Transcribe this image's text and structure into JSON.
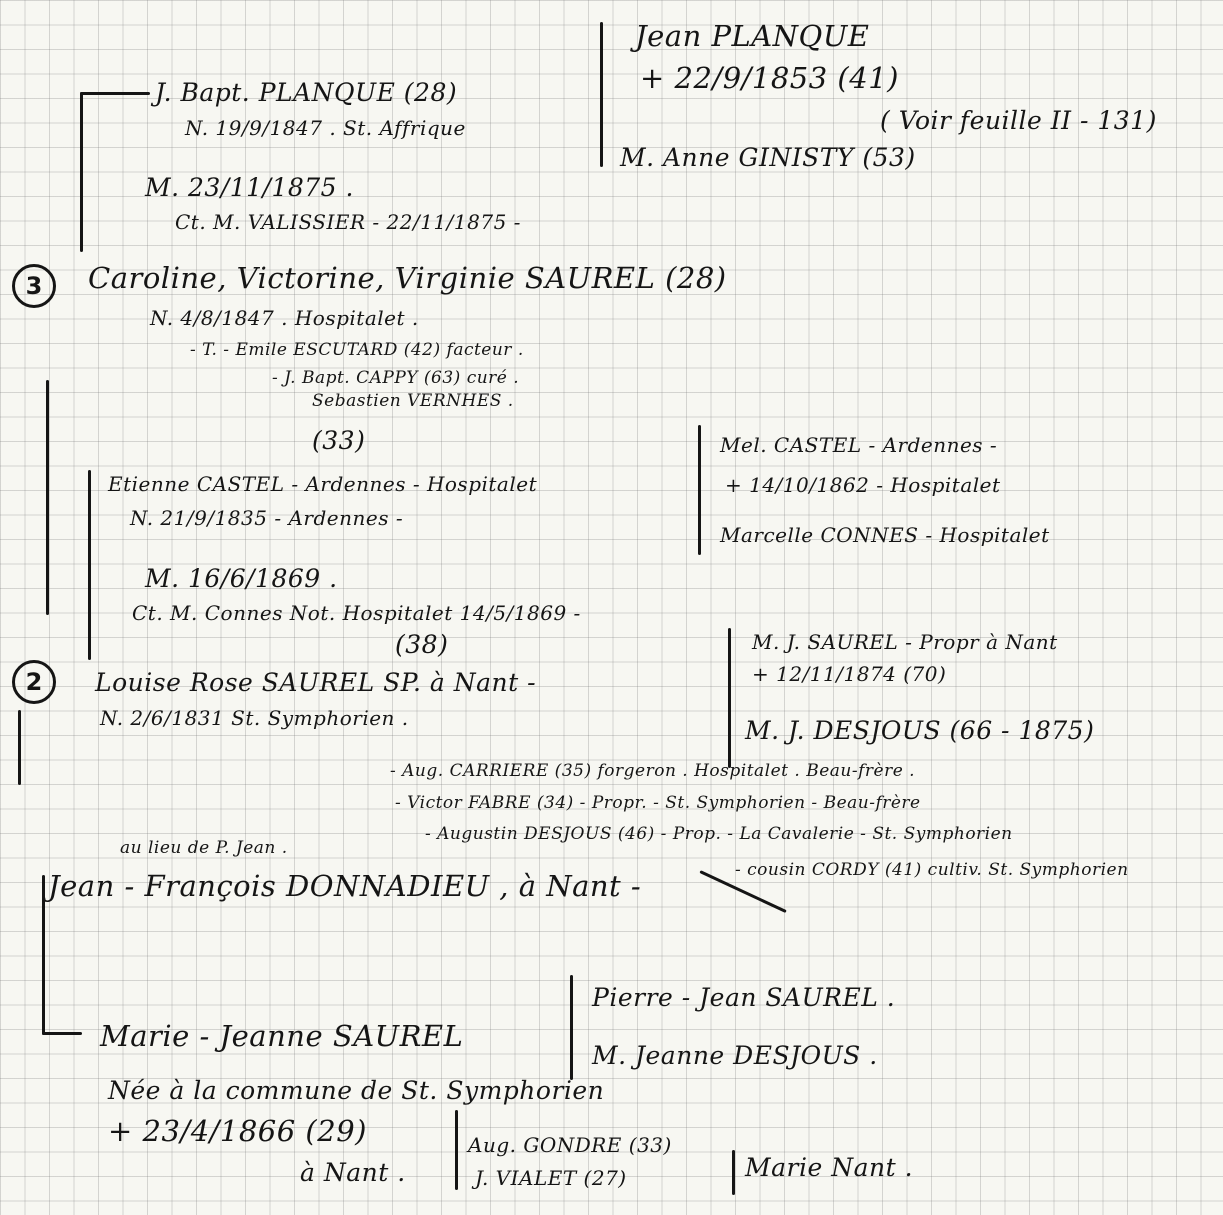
{
  "lines": [
    "Jean PLANQUE",
    "+ 22/9/1853 (41)",
    "( Voir feuille II - 131)",
    "M. Anne GINISTY (53)",
    "J. Bapt. PLANQUE (28)",
    "N. 19/9/1847 . St. Affrique",
    "M. 23/11/1875 .",
    "Ct. M. VALISSIER - 22/11/1875 -",
    "Caroline, Victorine, Virginie SAUREL (28)",
    "N. 4/8/1847 . Hospitalet .",
    "- T. - Emile ESCUTARD (42) facteur .",
    "- J. Bapt. CAPPY (63) curé .",
    "Sebastien VERNHES .",
    "(33)",
    "Etienne CASTEL - Ardennes - Hospitalet",
    "N. 21/9/1835 - Ardennes -",
    "M. 16/6/1869 .",
    "Ct. M. Connes Not. Hospitalet 14/5/1869 -",
    "(38)",
    "Louise Rose SAUREL SP. à Nant -",
    "N. 2/6/1831 St. Symphorien .",
    "Mel. CASTEL - Ardennes -",
    "+ 14/10/1862 - Hospitalet",
    "Marcelle CONNES - Hospitalet",
    "M. J. SAUREL - Propr à Nant",
    "+ 12/11/1874 (70)",
    "M. J. DESJOUS (66 - 1875)",
    "- Aug. CARRIERE (35) forgeron . Hospitalet . Beau-frère .",
    "- Victor FABRE (34) - Propr. - St. Symphorien - Beau-frère",
    "- Augustin DESJOUS (46) - Prop. - La Cavalerie - St. Symphorien",
    "au lieu de P. Jean .",
    "- cousin CORDY (41) cultiv. St. Symphorien",
    "Jean - François DONNADIEU , à Nant -",
    "Pierre - Jean SAUREL .",
    "M. Jeanne DESJOUS .",
    "Marie - Jeanne SAUREL",
    "Née à la commune de St. Symphorien",
    "+ 23/4/1866 (29)",
    "à Nant .",
    "Aug. GONDRE (33)",
    "J. VIALET (27)",
    "Marie Nant ."
  ],
  "circled": [
    "3",
    "2"
  ]
}
